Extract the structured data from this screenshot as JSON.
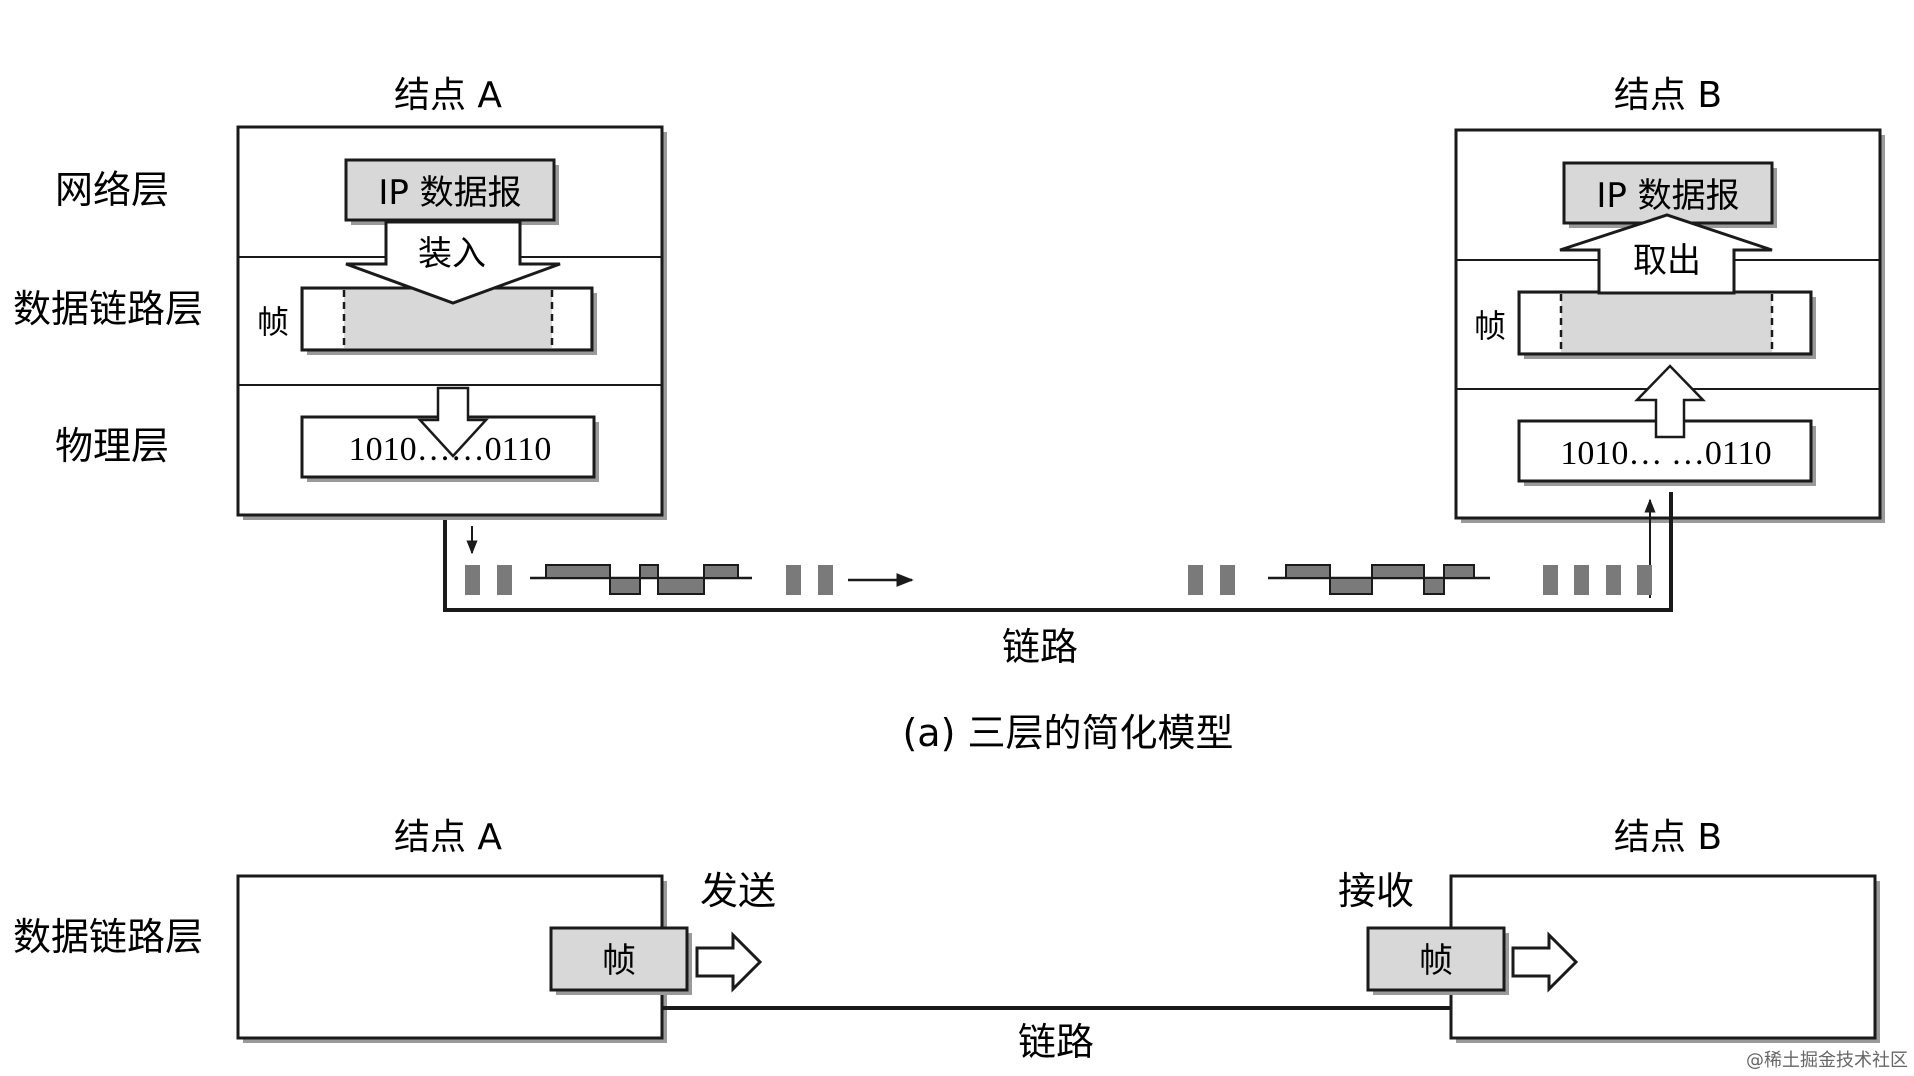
{
  "diagram_a": {
    "node_a_title": "结点 A",
    "node_b_title": "结点 B",
    "layer_network": "网络层",
    "layer_datalink": "数据链路层",
    "layer_physical": "物理层",
    "ip_datagram": "IP 数据报",
    "encapsulate": "装入",
    "extract": "取出",
    "frame": "帧",
    "bits_a": "1010……0110",
    "bits_b": "1010… …0110",
    "link": "链路",
    "caption": "(a) 三层的简化模型"
  },
  "diagram_b": {
    "node_a_title": "结点 A",
    "node_b_title": "结点 B",
    "layer_datalink": "数据链路层",
    "send": "发送",
    "receive": "接收",
    "frame": "帧",
    "link": "链路"
  },
  "watermark": "@稀土掘金技术社区",
  "colors": {
    "line": "#1a1a1a",
    "fill_gray": "#d8d8d8",
    "signal_gray": "#7a7a7a",
    "shadow": "#9a9a9a",
    "text": "#222222"
  }
}
